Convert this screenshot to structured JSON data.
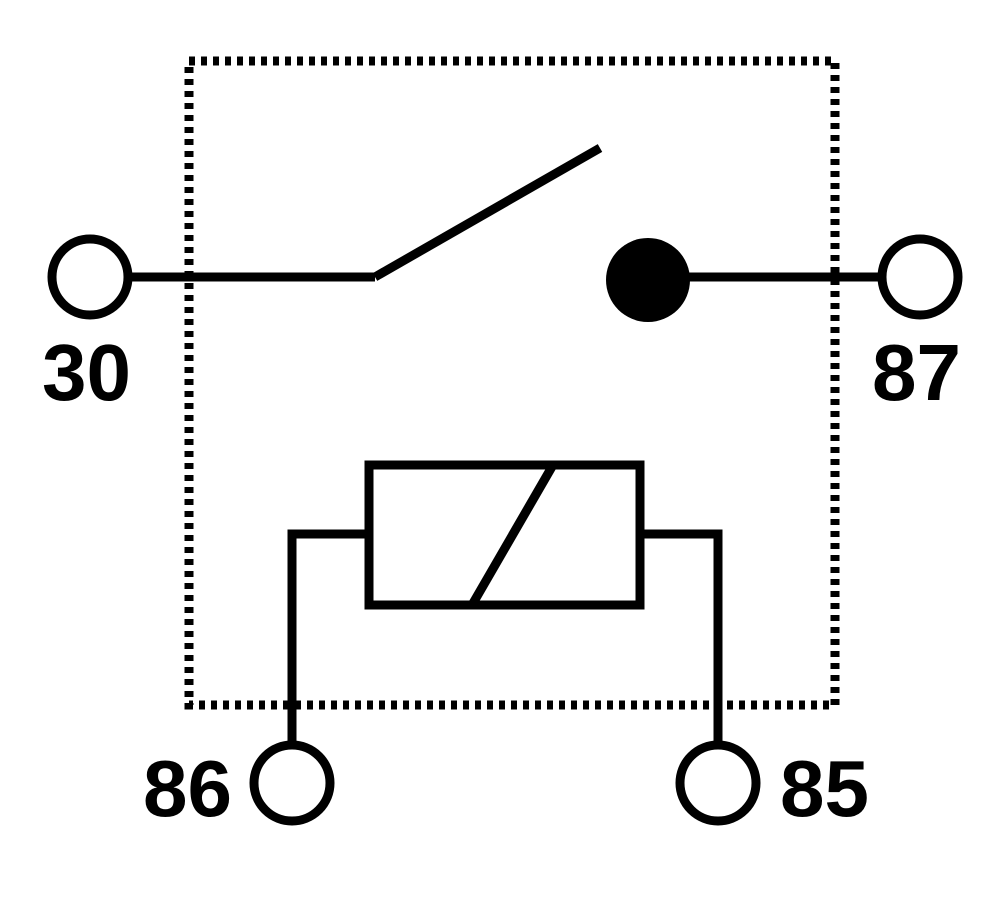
{
  "diagram": {
    "type": "relay-schematic",
    "colors": {
      "line": "#000000",
      "background": "#ffffff"
    },
    "pins": {
      "common": "30",
      "normally_open": "87",
      "coil_left": "86",
      "coil_right": "85"
    }
  }
}
